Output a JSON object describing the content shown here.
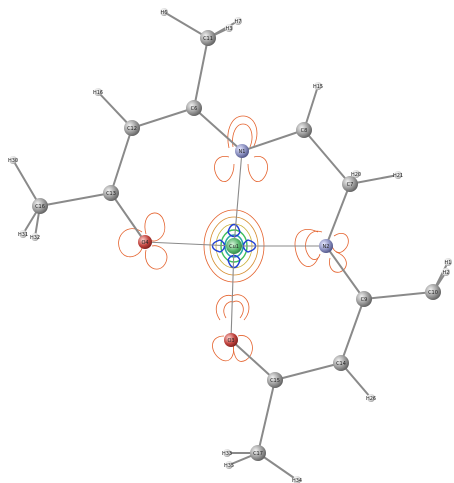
{
  "colors": {
    "background": "#ffffff",
    "bond": "#8a8a8a",
    "carbon": "#9a9a9a",
    "hydrogen": "#dcdcdc",
    "nitrogen": "#8a8fbf",
    "oxygen": "#c0443f",
    "metal_center": "#55b36a",
    "contour_primary": "#e4622d",
    "contour_secondary": "#d48a2a",
    "contour_green": "#3fbf5a",
    "contour_blue": "#1f3fd6"
  },
  "atoms": [
    {
      "id": "H6",
      "label": "H6",
      "el": "H"
    },
    {
      "id": "C11",
      "label": "C11",
      "el": "C"
    },
    {
      "id": "H3",
      "label": "H3",
      "el": "H"
    },
    {
      "id": "H7",
      "label": "H7",
      "el": "H"
    },
    {
      "id": "C6",
      "label": "C6",
      "el": "C"
    },
    {
      "id": "H15",
      "label": "H15",
      "el": "H"
    },
    {
      "id": "H16",
      "label": "H16",
      "el": "H"
    },
    {
      "id": "C12",
      "label": "C12",
      "el": "C"
    },
    {
      "id": "C8",
      "label": "C8",
      "el": "C"
    },
    {
      "id": "N1",
      "label": "N1",
      "el": "N"
    },
    {
      "id": "H20",
      "label": "H20",
      "el": "H"
    },
    {
      "id": "C7",
      "label": "C7",
      "el": "C"
    },
    {
      "id": "H21",
      "label": "H21",
      "el": "H"
    },
    {
      "id": "H30",
      "label": "H30",
      "el": "H"
    },
    {
      "id": "C13",
      "label": "C13",
      "el": "C"
    },
    {
      "id": "C16",
      "label": "C16",
      "el": "C"
    },
    {
      "id": "H31",
      "label": "H31",
      "el": "H"
    },
    {
      "id": "H32",
      "label": "H32",
      "el": "H"
    },
    {
      "id": "O4",
      "label": "O4",
      "el": "O"
    },
    {
      "id": "Cu1",
      "label": "Cu1",
      "el": "M"
    },
    {
      "id": "N2",
      "label": "N2",
      "el": "N"
    },
    {
      "id": "C9",
      "label": "C9",
      "el": "C"
    },
    {
      "id": "C10",
      "label": "C10",
      "el": "C"
    },
    {
      "id": "H1",
      "label": "H1",
      "el": "H"
    },
    {
      "id": "H2",
      "label": "H2",
      "el": "H"
    },
    {
      "id": "O3",
      "label": "O3",
      "el": "O"
    },
    {
      "id": "C14",
      "label": "C14",
      "el": "C"
    },
    {
      "id": "C15",
      "label": "C15",
      "el": "C"
    },
    {
      "id": "H26",
      "label": "H26",
      "el": "H"
    },
    {
      "id": "C17",
      "label": "C17",
      "el": "C"
    },
    {
      "id": "H33",
      "label": "H33",
      "el": "H"
    },
    {
      "id": "H35",
      "label": "H35",
      "el": "H"
    },
    {
      "id": "H34",
      "label": "H34",
      "el": "H"
    }
  ]
}
